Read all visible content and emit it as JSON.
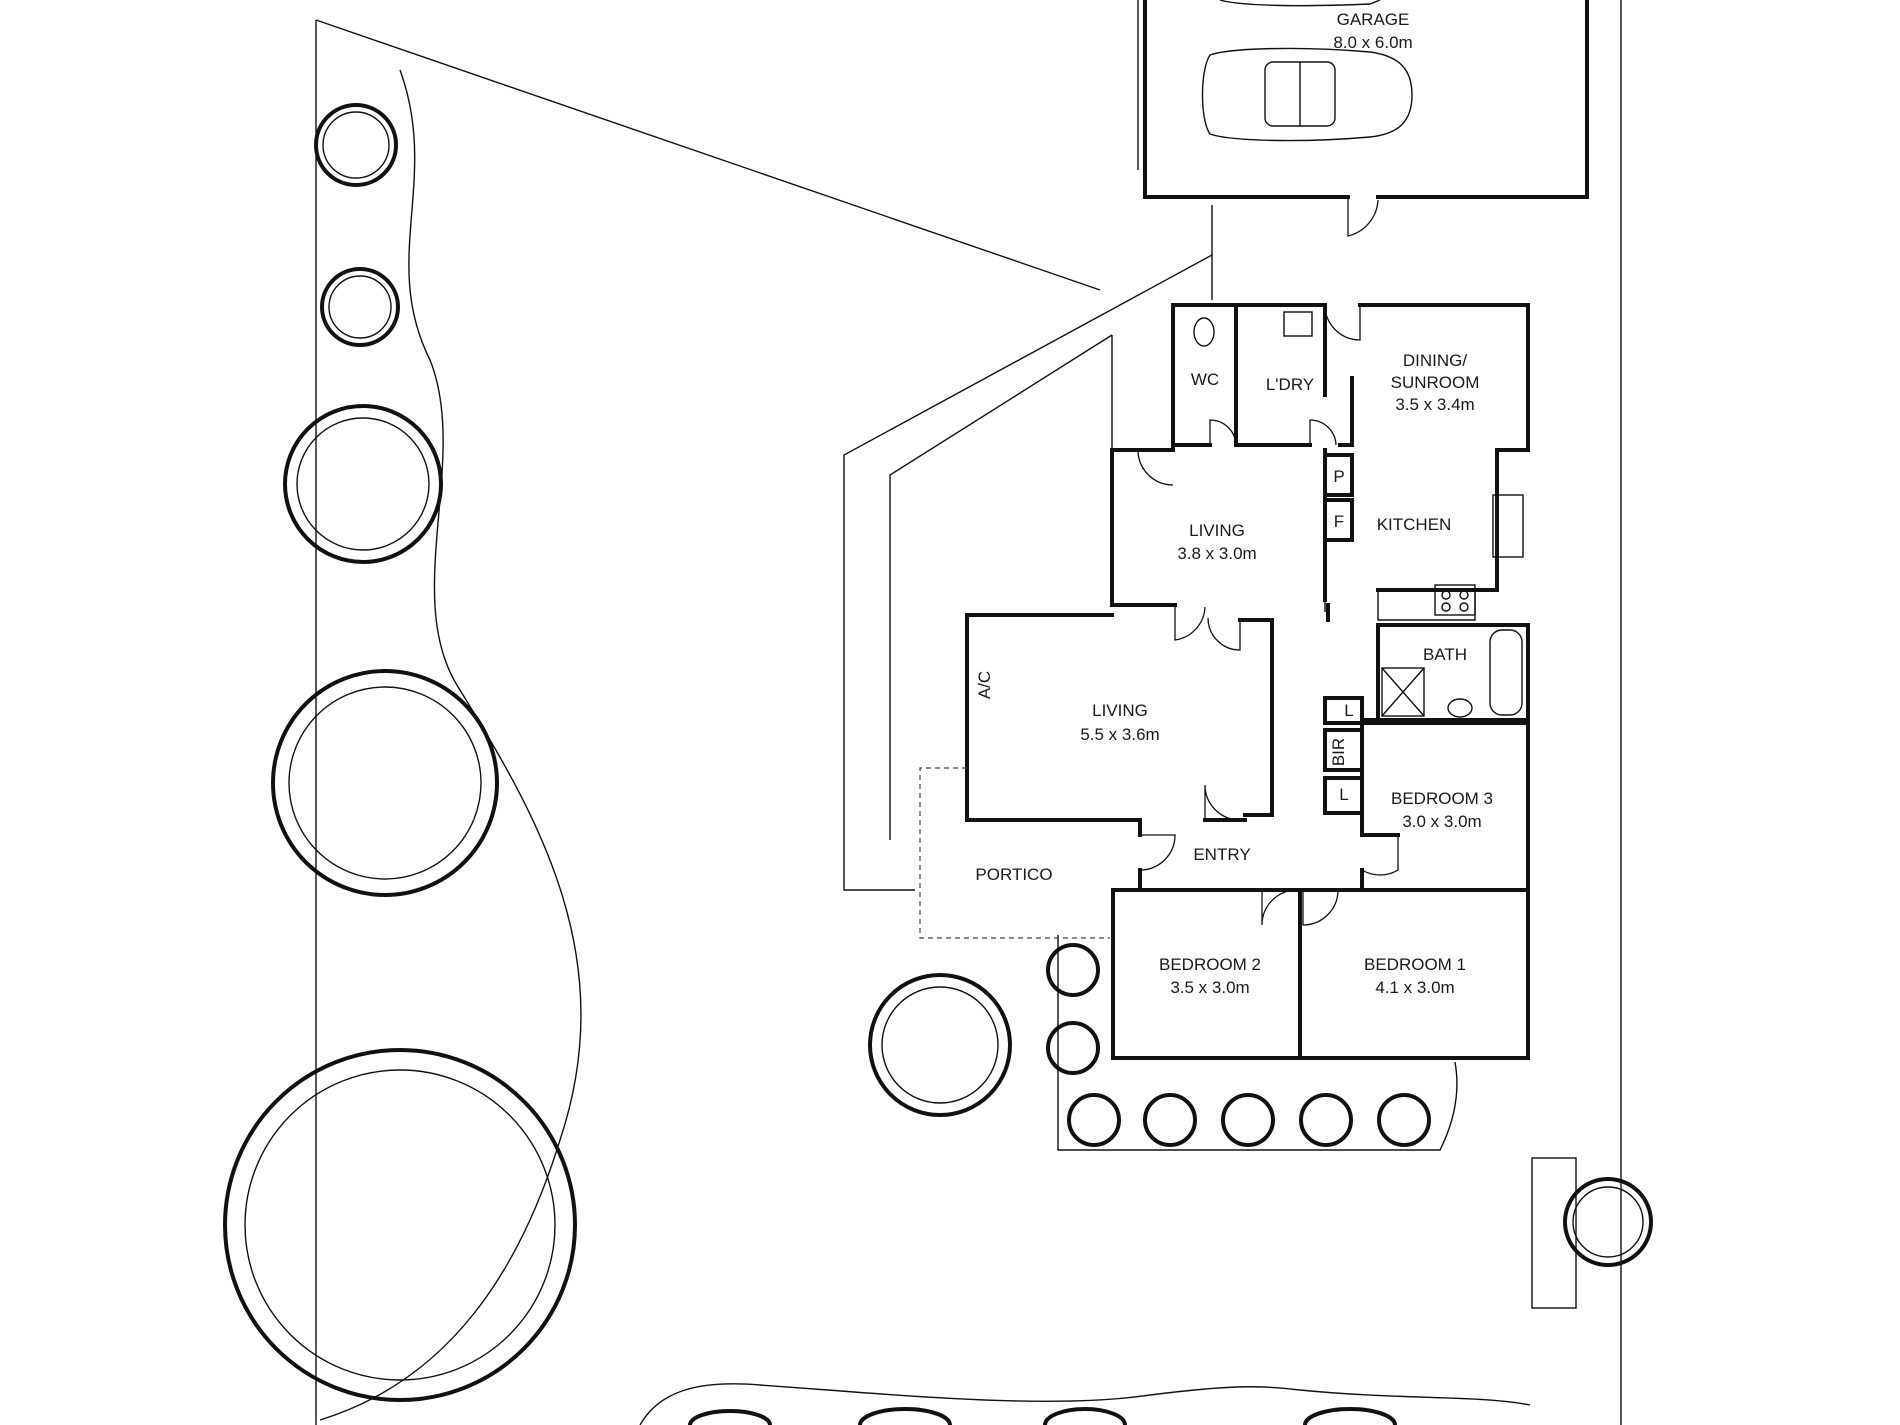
{
  "rooms": {
    "garage": {
      "name": "GARAGE",
      "size": "8.0 x 6.0m"
    },
    "wc": {
      "name": "WC"
    },
    "laundry": {
      "name": "L'DRY"
    },
    "dining": {
      "name1": "DINING/",
      "name2": "SUNROOM",
      "size": "3.5 x 3.4m"
    },
    "pantry": {
      "name": "P"
    },
    "fridge": {
      "name": "F"
    },
    "kitchen": {
      "name": "KITCHEN"
    },
    "living_rear": {
      "name": "LIVING",
      "size": "3.8 x 3.0m"
    },
    "bath": {
      "name": "BATH"
    },
    "ac": {
      "name": "A/C"
    },
    "living_front": {
      "name": "LIVING",
      "size": "5.5 x 3.6m"
    },
    "linen_1": {
      "name": "L"
    },
    "bir": {
      "name": "BIR"
    },
    "linen_2": {
      "name": "L"
    },
    "bedroom3": {
      "name": "BEDROOM 3",
      "size": "3.0 x 3.0m"
    },
    "entry": {
      "name": "ENTRY"
    },
    "portico": {
      "name": "PORTICO"
    },
    "bedroom2": {
      "name": "BEDROOM 2",
      "size": "3.5 x 3.0m"
    },
    "bedroom1": {
      "name": "BEDROOM 1",
      "size": "4.1 x 3.0m"
    }
  },
  "colors": {
    "line": "#111111",
    "background": "#ffffff",
    "text": "#1a1a1a"
  }
}
